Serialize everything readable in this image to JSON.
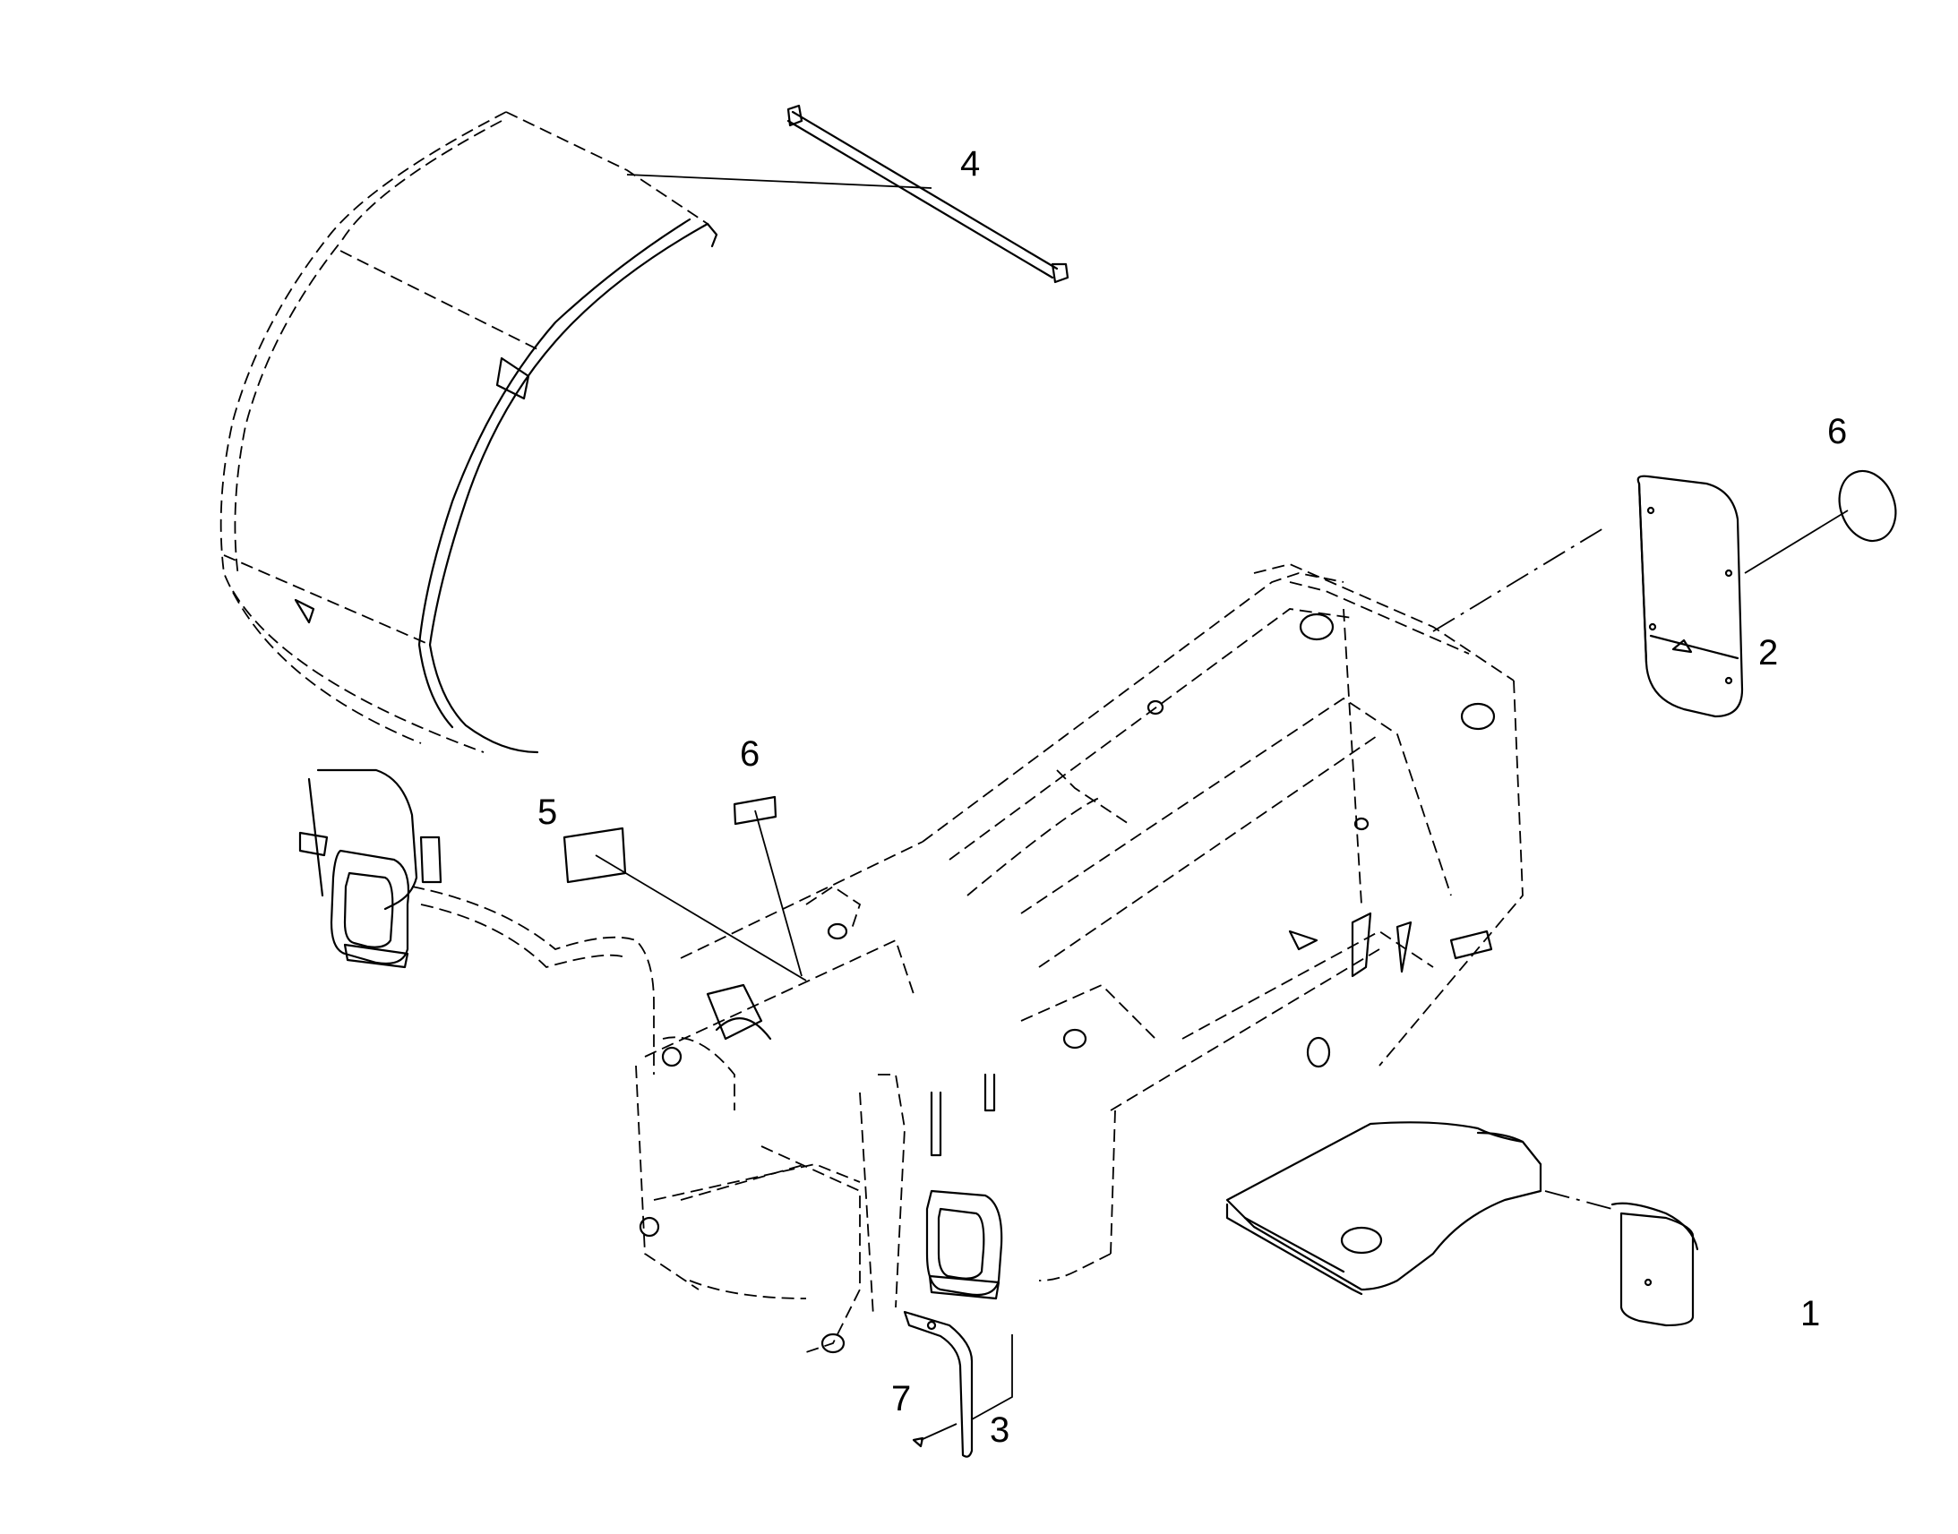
{
  "diagram": {
    "callouts": [
      {
        "id": "1",
        "label": "1"
      },
      {
        "id": "2",
        "label": "2"
      },
      {
        "id": "3",
        "label": "3"
      },
      {
        "id": "4",
        "label": "4"
      },
      {
        "id": "5",
        "label": "5"
      },
      {
        "id": "6a",
        "label": "6"
      },
      {
        "id": "6b",
        "label": "6"
      },
      {
        "id": "7",
        "label": "7"
      }
    ]
  }
}
